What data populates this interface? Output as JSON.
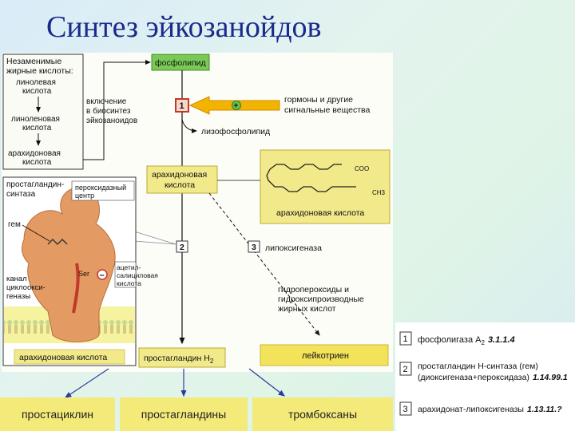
{
  "title": "Синтез эйкозанойдов",
  "diagram": {
    "essential_fa_title": [
      "Незаменимые",
      "жирные кислоты:"
    ],
    "linoleic": [
      "линолевая",
      "кислота"
    ],
    "linolenic": [
      "линоленовая",
      "кислота"
    ],
    "arachidonic_left": [
      "арахидоновая",
      "кислота"
    ],
    "inclusion": [
      "включение",
      "в биосинтез",
      "эйкозаноидов"
    ],
    "phospholipid": "фосфолипид",
    "step1": "1",
    "step2": "2",
    "step3": "3",
    "hormones": [
      "гормоны и другие",
      "сигнальные вещества"
    ],
    "plus_sign": "+",
    "lysophospholipid": "лизофосфолипид",
    "arachidonic_center": [
      "арахидоновая",
      "кислота"
    ],
    "structure_coo": "COO",
    "structure_ch3": "CH3",
    "arachidonic_structure_label": "арахидоновая кислота",
    "lipoxygenase": "липоксигеназа",
    "hydroperoxides": [
      "гидропероксиды и",
      "гидроксипроизводные",
      "жирных кислот"
    ],
    "leukotriene": "лейкотриен",
    "prostaglandin_h2": "простагландин H",
    "prostaglandin_h2_sub": "2",
    "enzyme_synthase": [
      "простагландин-",
      "синтаза"
    ],
    "peroxidase_center": [
      "пероксидазный",
      "центр"
    ],
    "heme": "гем",
    "channel": [
      "канал",
      "циклоокси-",
      "геназы"
    ],
    "ser": "Ser",
    "minus_sign": "–",
    "aspirin": [
      "ацетил-",
      "салициловая",
      "кислота"
    ],
    "membrane_arachidonic": "арахидоновая кислота"
  },
  "products": [
    "простациклин",
    "простагландины",
    "тромбоксаны"
  ],
  "legend": [
    {
      "num": "1",
      "text": "фосфолигаза A",
      "sub": "2",
      "ec": "3.1.1.4"
    },
    {
      "num": "2",
      "text": "простагландин Н-синтаза (гем)",
      "text2": "(диоксигеназа+пероксидаза)",
      "ec": "1.14.99.1"
    },
    {
      "num": "3",
      "text": "арахидонат-липоксигеназы",
      "ec": "1.13.11.?"
    }
  ],
  "colors": {
    "title": "#1a2a8c",
    "box": "#f2e98a",
    "enzyme": "#e39a63",
    "arrow_in": "#f2b400"
  }
}
